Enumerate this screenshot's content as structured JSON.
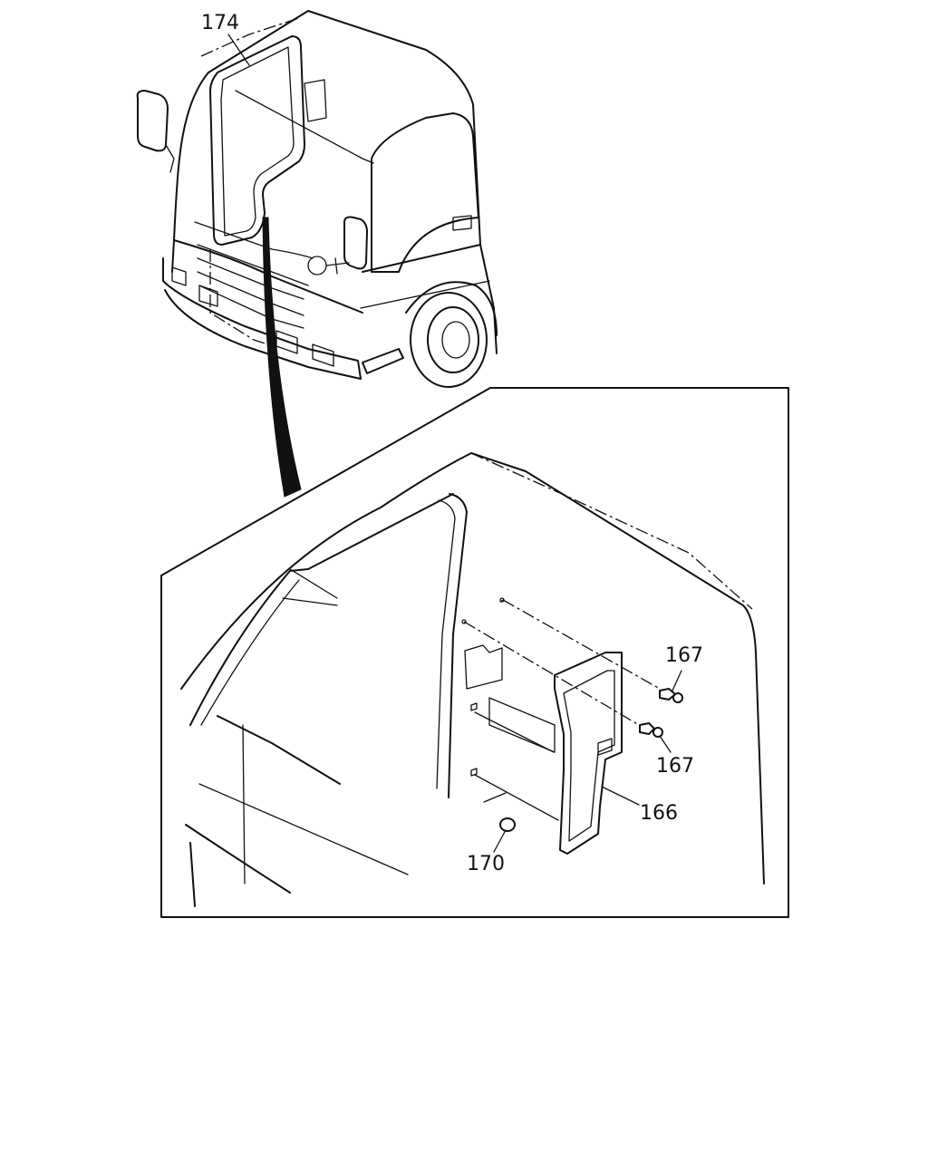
{
  "callouts": {
    "part_174": "174",
    "part_167_upper": "167",
    "part_167_lower": "167",
    "part_166": "166",
    "part_170": "170"
  }
}
